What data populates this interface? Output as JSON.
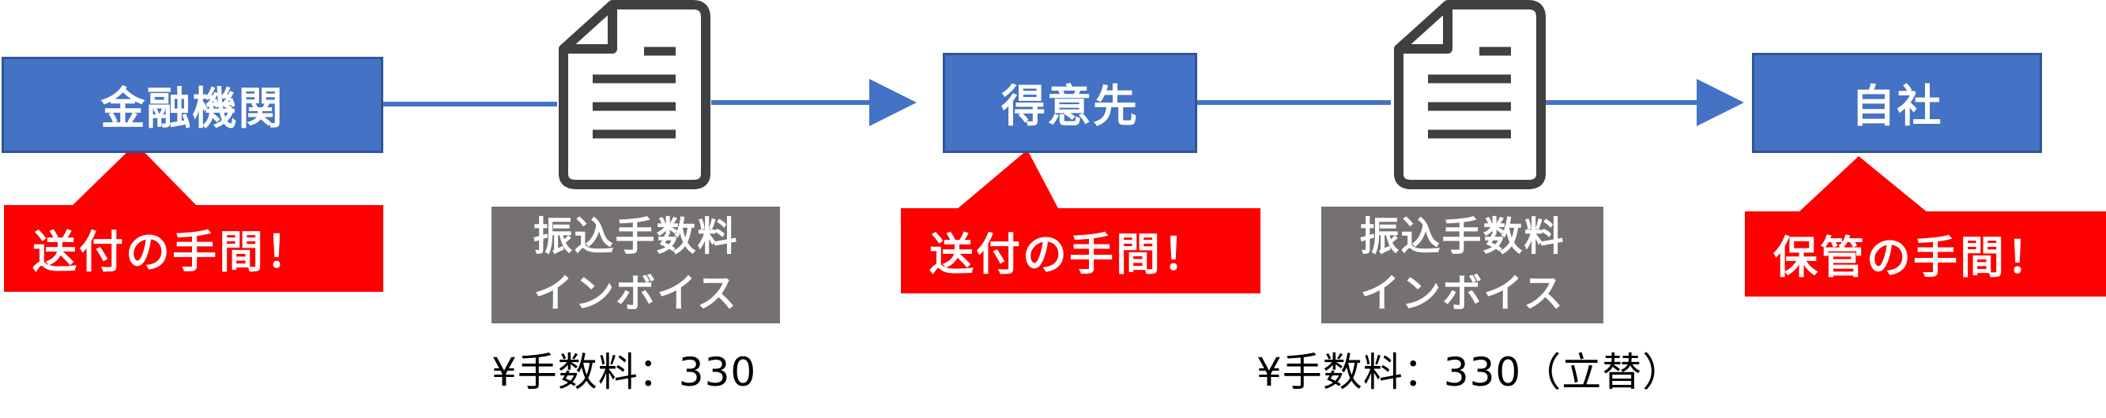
{
  "entities": {
    "bank": "金融機関",
    "customer": "得意先",
    "company": "自社"
  },
  "callouts": {
    "bank_hassle": "送付の手間！",
    "customer_hassle": "送付の手間！",
    "company_hassle": "保管の手間！"
  },
  "documents": {
    "doc1": {
      "line1": "振込手数料",
      "line2": "インボイス",
      "fee": "¥手数料：330"
    },
    "doc2": {
      "line1": "振込手数料",
      "line2": "インボイス",
      "fee": "¥手数料：330（立替）"
    }
  },
  "colors": {
    "entity": "#4472c4",
    "entity_border": "#2f5597",
    "callout": "#ff0000",
    "label": "#767171",
    "icon": "#404040"
  },
  "icons": {
    "document": "document-icon"
  }
}
